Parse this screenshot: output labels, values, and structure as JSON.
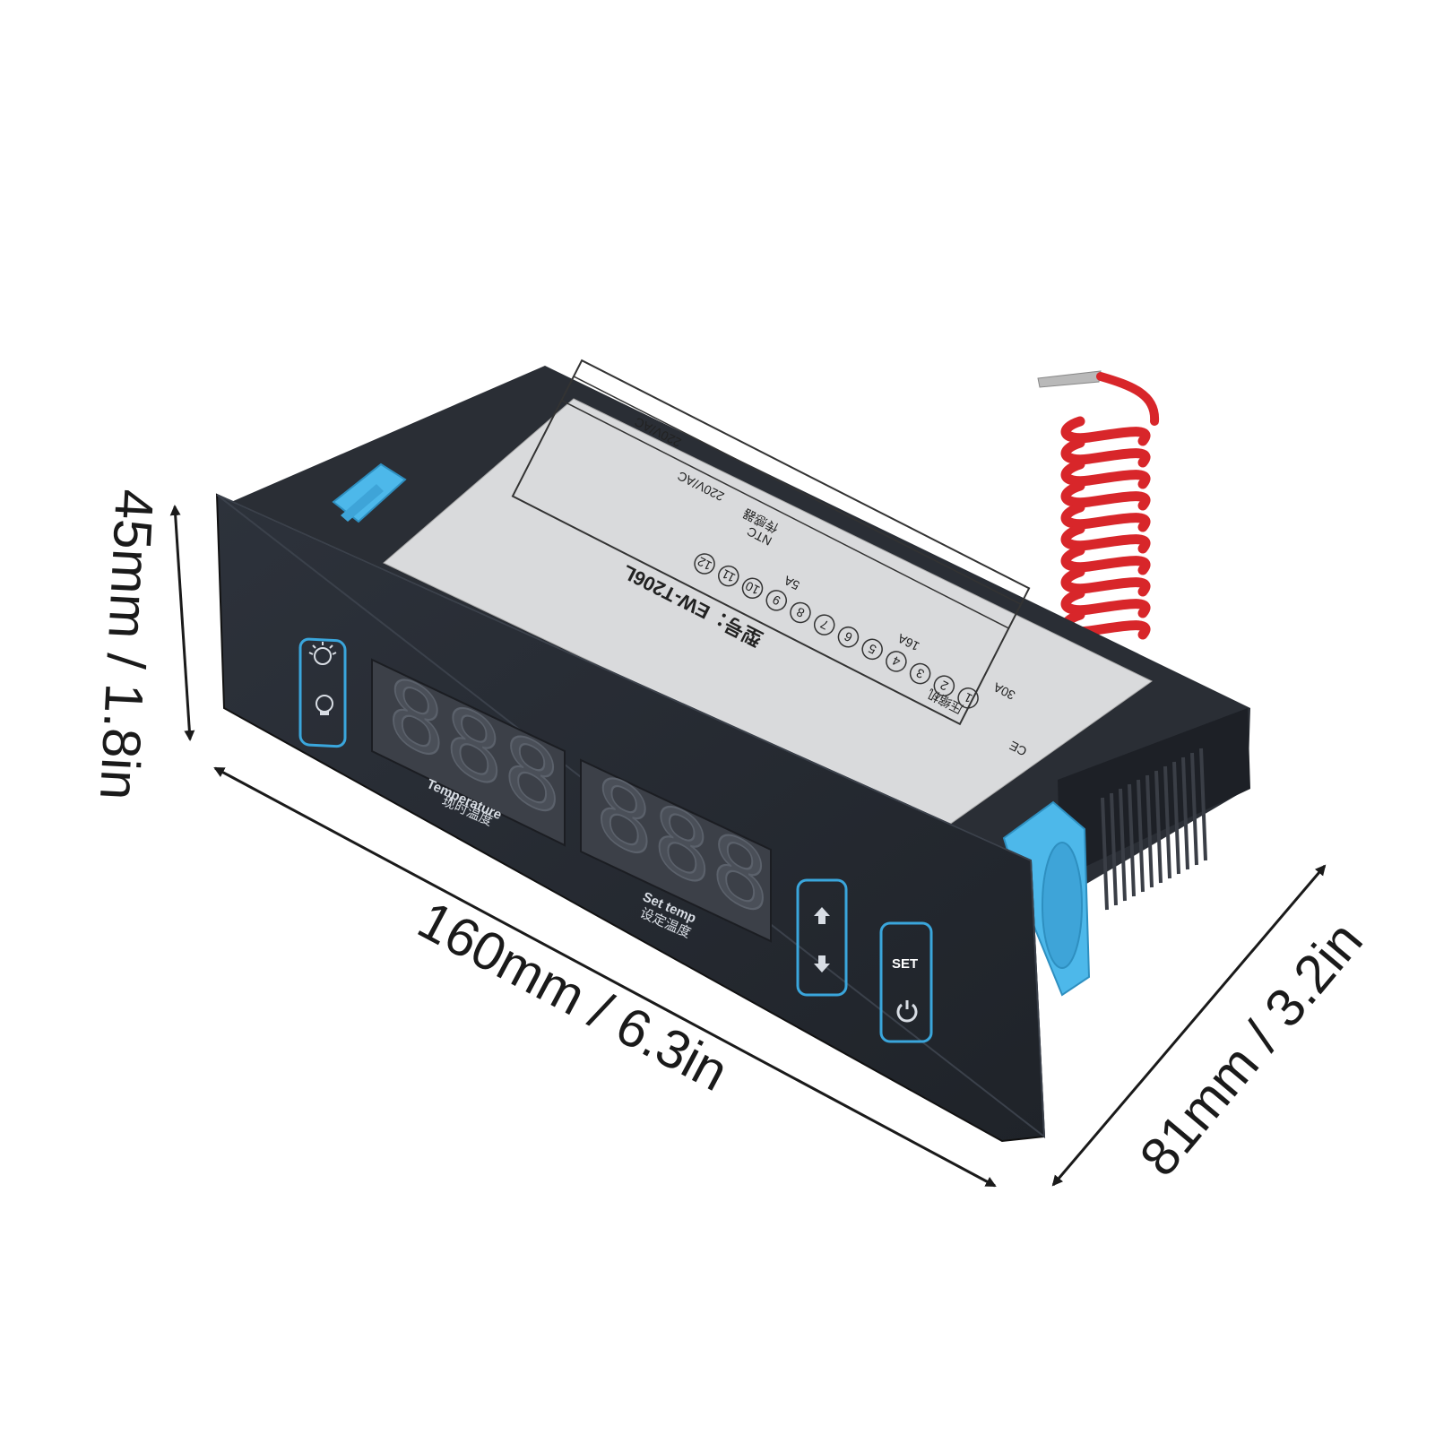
{
  "dimensions": {
    "height_label": "45mm / 1.8in",
    "length_label": "160mm / 6.3in",
    "depth_label": "81mm / 3.2in"
  },
  "panel": {
    "display1_label": "Temperature",
    "display1_label_cn": "现时温度",
    "display2_label": "Set temp",
    "display2_label_cn": "设定温度",
    "set_button_label": "SET",
    "digits": "888"
  },
  "diagram": {
    "model_label": "型号：EW-T206L",
    "sensor_label": "NTC",
    "sensor_label_cn": "传感器",
    "voltage_top": "220V/AC",
    "voltage_mid": "220V/AC",
    "rating_30a": "30A",
    "rating_16a": "16A",
    "rating_5a": "5A",
    "compressor_label": "压缩机",
    "ce_mark": "CE",
    "terminals": [
      "1",
      "2",
      "3",
      "4",
      "5",
      "6",
      "7",
      "8",
      "9",
      "10",
      "11",
      "12"
    ]
  },
  "colors": {
    "panel": "#272b33",
    "accent_blue": "#3aa6dc",
    "clip_blue": "#4db8ea",
    "wire_red": "#d8262a",
    "display_bg": "#3c4048"
  }
}
